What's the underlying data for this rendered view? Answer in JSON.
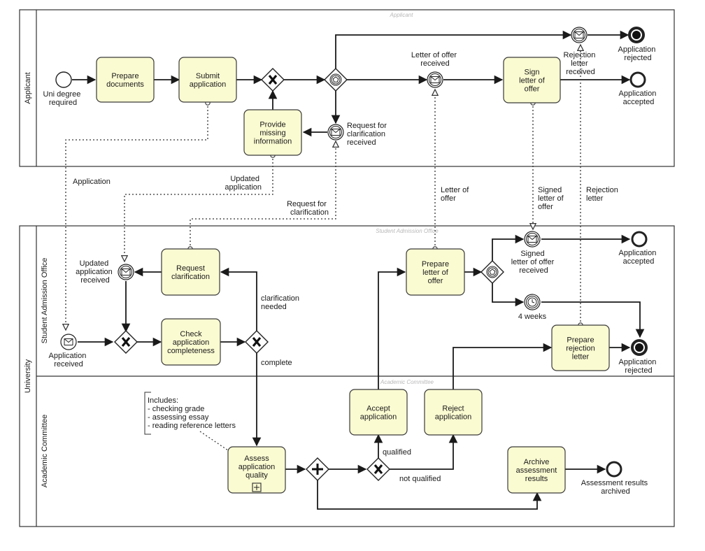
{
  "pools": {
    "applicant": "Applicant",
    "university": "University",
    "student_admission_office": "Student Admission Office",
    "academic_committee": "Academic Committee"
  },
  "watermarks": {
    "applicant": "Applicant",
    "student_admission_office": "Student Admission Office",
    "academic_committee": "Academic Committee"
  },
  "tasks": {
    "prepare_documents": [
      "Prepare",
      "documents"
    ],
    "submit_application": [
      "Submit",
      "application"
    ],
    "provide_missing_information": [
      "Provide",
      "missing",
      "information"
    ],
    "sign_letter_of_offer": [
      "Sign",
      "letter of",
      "offer"
    ],
    "request_clarification": [
      "Request",
      "clarification"
    ],
    "check_application_completeness": [
      "Check",
      "application",
      "completeness"
    ],
    "prepare_letter_of_offer": [
      "Prepare",
      "letter of",
      "offer"
    ],
    "prepare_rejection_letter": [
      "Prepare",
      "rejection",
      "letter"
    ],
    "accept_application": [
      "Accept",
      "application"
    ],
    "reject_application": [
      "Reject",
      "application"
    ],
    "assess_application_quality": [
      "Assess",
      "application",
      "quality"
    ],
    "archive_assessment_results": [
      "Archive",
      "assessment",
      "results"
    ]
  },
  "events": {
    "uni_degree_required": [
      "Uni degree",
      "required"
    ],
    "letter_of_offer_received": [
      "Letter of offer",
      "received"
    ],
    "rejection_letter_received": [
      "Rejection",
      "letter",
      "received"
    ],
    "application_rejected_top": [
      "Application",
      "rejected"
    ],
    "application_accepted_top": [
      "Application",
      "accepted"
    ],
    "request_for_clarification_received": [
      "Request for",
      "clarification",
      "received"
    ],
    "updated_application_received": [
      "Updated",
      "application",
      "received"
    ],
    "application_received": [
      "Application",
      "received"
    ],
    "signed_letter_of_offer_received": [
      "Signed",
      "letter of offer",
      "received"
    ],
    "application_accepted_uni": [
      "Application",
      "accepted"
    ],
    "four_weeks": [
      "4 weeks"
    ],
    "application_rejected_uni": [
      "Application",
      "rejected"
    ],
    "assessment_results_archived": [
      "Assessment results",
      "archived"
    ]
  },
  "message_flows": {
    "application": [
      "Application"
    ],
    "updated_application": [
      "Updated",
      "application"
    ],
    "request_for_clarification": [
      "Request for",
      "clarification"
    ],
    "letter_of_offer": [
      "Letter of",
      "offer"
    ],
    "signed_letter_of_offer": [
      "Signed",
      "letter of",
      "offer"
    ],
    "rejection_letter": [
      "Rejection",
      "letter"
    ]
  },
  "conditions": {
    "clarification_needed": [
      "clarification",
      "needed"
    ],
    "complete": [
      "complete"
    ],
    "qualified": [
      "qualified"
    ],
    "not_qualified": [
      "not qualified"
    ]
  },
  "annotation": [
    "Includes:",
    "- checking grade",
    "- assessing essay",
    "- reading reference letters"
  ],
  "colors": {
    "task_fill": "#fbfbd2",
    "stroke": "#222222",
    "background": "#ffffff"
  }
}
